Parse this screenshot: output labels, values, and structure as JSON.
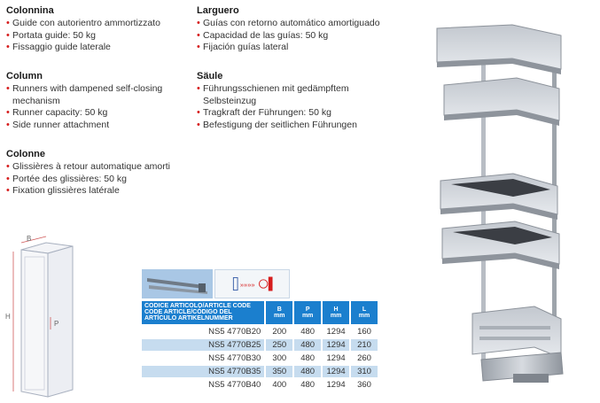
{
  "sections": [
    {
      "title": "Colonnina",
      "items": [
        "Guide con autorientro ammortizzato",
        "Portata guide: 50 kg",
        "Fissaggio guide laterale"
      ]
    },
    {
      "title": "Column",
      "items": [
        "Runners with dampened self-closing mechanism",
        "Runner capacity: 50 kg",
        "Side runner attachment"
      ]
    },
    {
      "title": "Colonne",
      "items": [
        "Glissières à retour automatique amorti",
        "Portée des glissières: 50 kg",
        "Fixation glissières latérale"
      ]
    },
    {
      "title": "Larguero",
      "items": [
        "Guías con retorno automático amortiguado",
        "Capacidad de las guías: 50 kg",
        "Fijación guías lateral"
      ]
    },
    {
      "title": "Säule",
      "items": [
        "Führungsschienen mit gedämpftem Selbsteinzug",
        "Tragkraft der Führungen: 50 kg",
        "Befestigung der seitlichen Führungen"
      ]
    }
  ],
  "diagram": {
    "label_b": "B",
    "label_h": "H",
    "label_p": "P"
  },
  "table": {
    "code_header": "CODICE ARTICOLO/ARTICLE CODE CODE ARTICLE/CÓDIGO DEL ARTÍCULO ARTIKELNUMMER",
    "dims": [
      {
        "letter": "B",
        "unit": "mm"
      },
      {
        "letter": "P",
        "unit": "mm"
      },
      {
        "letter": "H",
        "unit": "mm"
      },
      {
        "letter": "L",
        "unit": "mm"
      }
    ],
    "rows": [
      [
        "NS5 4770B20",
        "200",
        "480",
        "1294",
        "160"
      ],
      [
        "NS5 4770B25",
        "250",
        "480",
        "1294",
        "210"
      ],
      [
        "NS5 4770B30",
        "300",
        "480",
        "1294",
        "260"
      ],
      [
        "NS5 4770B35",
        "350",
        "480",
        "1294",
        "310"
      ],
      [
        "NS5 4770B40",
        "400",
        "480",
        "1294",
        "360"
      ]
    ]
  },
  "colors": {
    "accent": "#1b7fce",
    "bullet": "#d61c1c",
    "row_alt": "#c6dcef"
  }
}
